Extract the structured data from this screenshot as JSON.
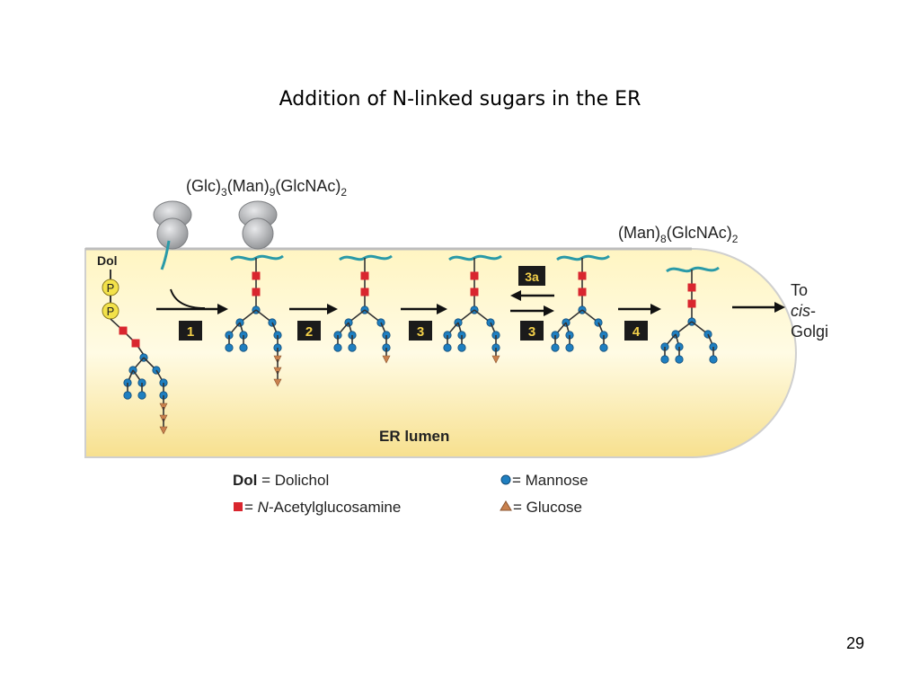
{
  "title": "Addition of N-linked sugars in the ER",
  "page_number": "29",
  "colors": {
    "lumen_light": "#fff8d0",
    "lumen_dark": "#f2d470",
    "mannose": "#1f7fc0",
    "glcnac": "#d9262e",
    "glucose": "#c9814e",
    "chain": "#2a9aa8",
    "phosphate": "#f3e24a",
    "ribosome": "#a9abae"
  },
  "labels": {
    "glc3": {
      "prefix": "(Glc)",
      "s1": "3",
      "mid1": "(Man)",
      "s2": "9",
      "mid2": "(GlcNAc)",
      "s3": "2"
    },
    "man8": {
      "prefix": "(Man)",
      "s1": "8",
      "mid": "(GlcNAc)",
      "s2": "2"
    },
    "dol": "Dol",
    "phosphate": "P",
    "er_lumen": "ER lumen",
    "to_golgi": {
      "line1": "To",
      "line2": "cis",
      "line2_suffix": "-",
      "line3": "Golgi"
    }
  },
  "steps": [
    "1",
    "2",
    "3",
    "3a",
    "3",
    "4"
  ],
  "legend": {
    "dol_bold": "Dol",
    "dol_text": " = Dolichol",
    "glcnac_pre": " = ",
    "glcnac_italic": "N",
    "glcnac_text": "-Acetylglucosamine",
    "mannose_text": " = Mannose",
    "glucose_text": " = Glucose"
  }
}
